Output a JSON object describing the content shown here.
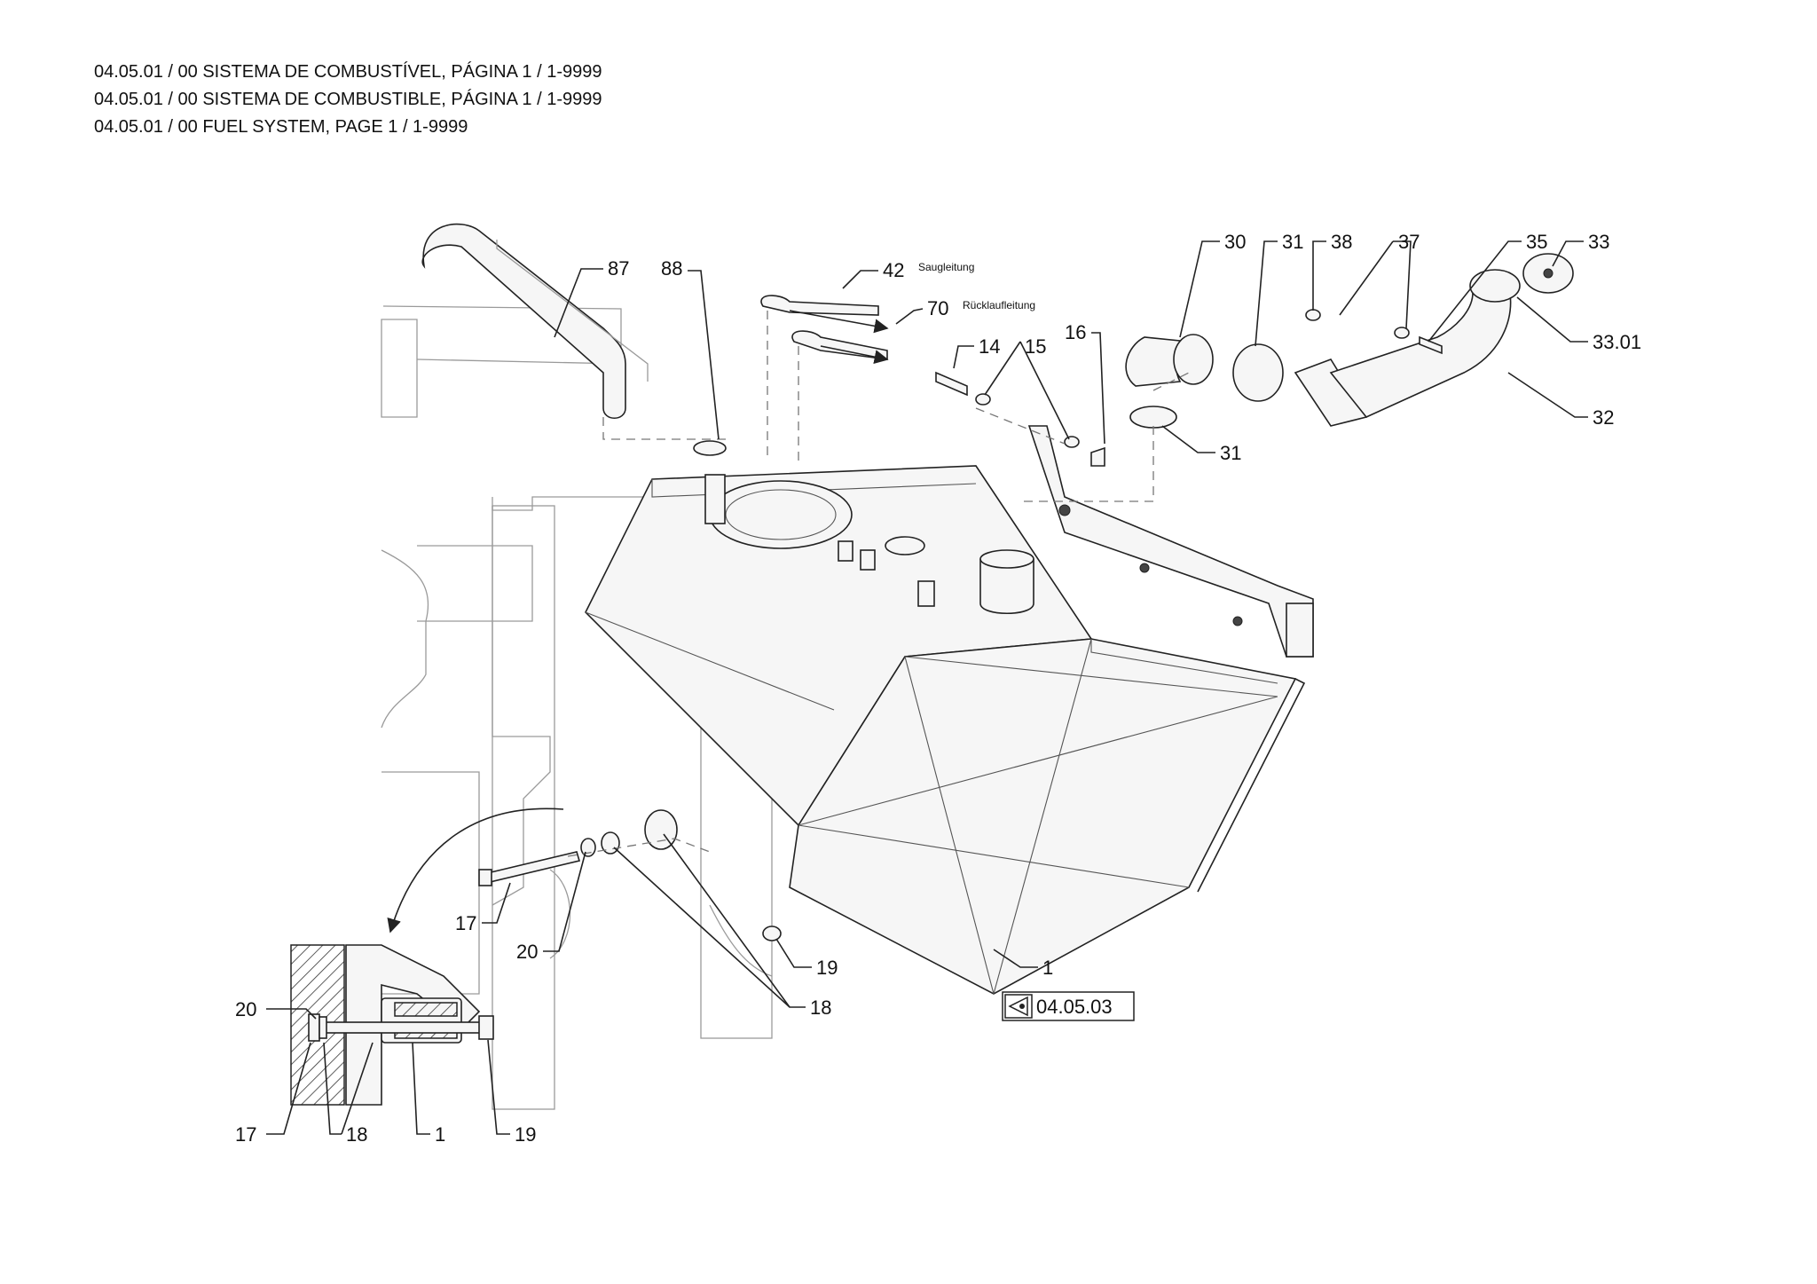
{
  "header": {
    "line_pt": "04.05.01 / 00 SISTEMA DE COMBUSTÍVEL, PÁGINA 1 / 1-9999",
    "line_es": "04.05.01 / 00 SISTEMA DE COMBUSTIBLE, PÁGINA 1 / 1-9999",
    "line_en": "04.05.01 / 00 FUEL SYSTEM, PAGE 1 / 1-9999"
  },
  "notes": {
    "suction_line": "Saugleitung",
    "return_line": "Rücklaufleitung"
  },
  "callouts": {
    "c87": "87",
    "c88": "88",
    "c42": "42",
    "c70": "70",
    "c14": "14",
    "c15": "15",
    "c16": "16",
    "c30": "30",
    "c31a": "31",
    "c38": "38",
    "c37": "37",
    "c35": "35",
    "c33": "33",
    "c3301": "33.01",
    "c32": "32",
    "c31b": "31",
    "c1": "1",
    "c17": "17",
    "c20": "20",
    "c19": "19",
    "c18": "18",
    "d20": "20",
    "d17": "17",
    "d18": "18",
    "d1": "1",
    "d19": "19"
  },
  "reference_box": {
    "label": "04.05.03",
    "icon": "page-reference-icon"
  }
}
